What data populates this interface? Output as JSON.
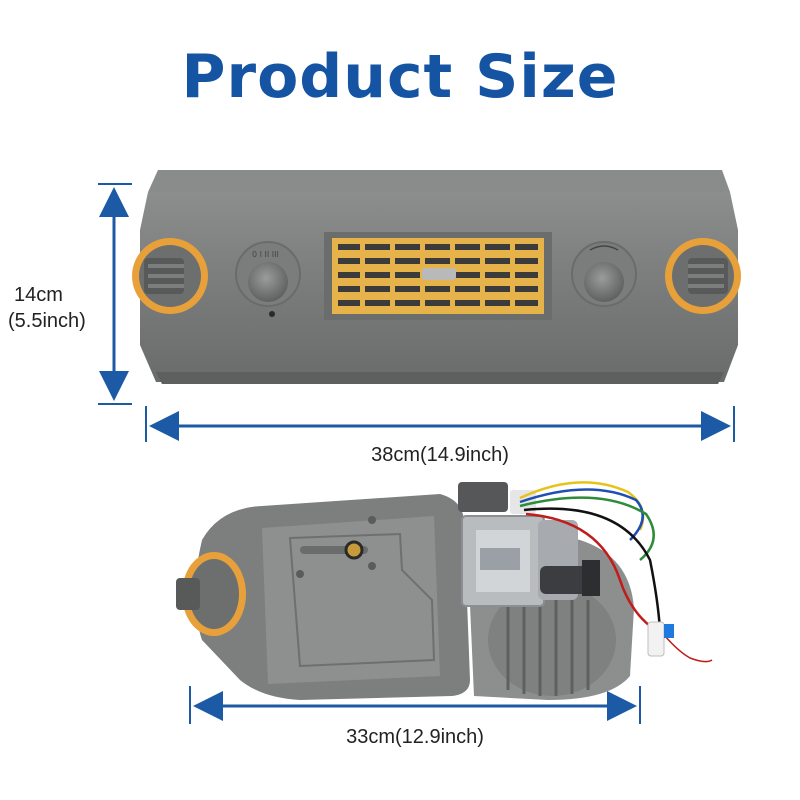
{
  "title": "Product Size",
  "colors": {
    "title": "#1553a3",
    "arrow": "#1c5aa6",
    "body": "#7d7f7f",
    "accent": "#e8a13a",
    "grille": "#e6b34a"
  },
  "dimensions": {
    "height_cm": "14cm",
    "height_inch": "(5.5inch)",
    "width": "38cm(14.9inch)",
    "length": "33cm(12.9inch)"
  }
}
